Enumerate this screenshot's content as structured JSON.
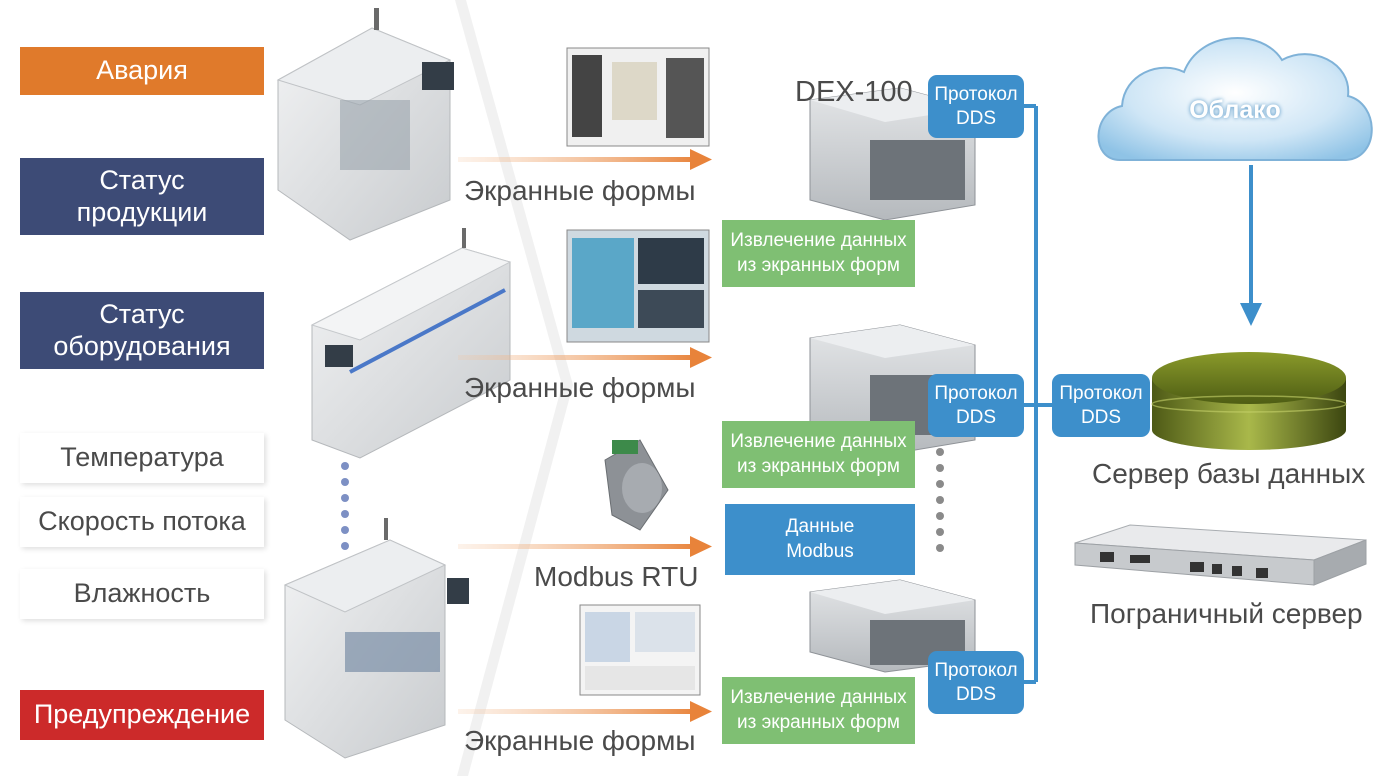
{
  "left_labels": {
    "alarm": "Авария",
    "product_status": [
      "Статус",
      "продукции"
    ],
    "equipment_status": [
      "Статус",
      "оборудования"
    ],
    "temperature": "Температура",
    "flow_rate": "Скорость потока",
    "humidity": "Влажность",
    "warning": "Предупреждение"
  },
  "flow_labels": {
    "screen_forms": "Экранные формы",
    "modbus_rtu": "Modbus RTU"
  },
  "extraction": [
    "Извлечение данных",
    "из экранных форм"
  ],
  "modbus_data": [
    "Данные",
    "Modbus"
  ],
  "device_name": "DEX-100",
  "protocol": [
    "Протокол",
    "DDS"
  ],
  "cloud": "Облако",
  "db_server": "Сервер базы данных",
  "edge_server": "Пограничный сервер",
  "colors": {
    "alarm": "#e07a2b",
    "status": "#3d4b76",
    "warning": "#cc2a2a",
    "extraction": "#7fbf73",
    "protocol": "#3d8fcb",
    "arrow": "#e8833a"
  }
}
